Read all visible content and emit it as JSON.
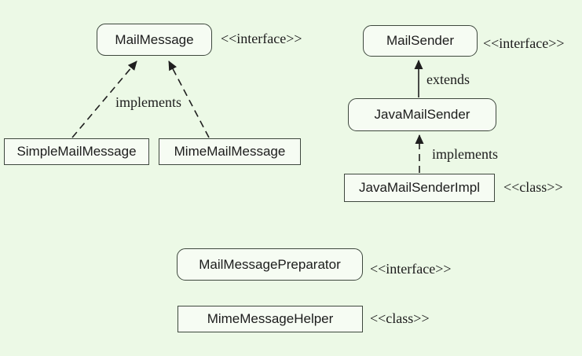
{
  "diagram": {
    "type": "uml-class-diagram",
    "colors": {
      "background": "#ecf9e6",
      "node_fill": "#f6fcf3",
      "node_border": "#3e483e",
      "text": "#1c1c1c",
      "edge": "#1f1f1f"
    },
    "nodes": [
      {
        "id": "mail-message",
        "label": "MailMessage",
        "shape": "rounded",
        "stereotype": "<<interface>>"
      },
      {
        "id": "simple-mail-message",
        "label": "SimpleMailMessage",
        "shape": "rect",
        "stereotype": ""
      },
      {
        "id": "mime-mail-message",
        "label": "MimeMailMessage",
        "shape": "rect",
        "stereotype": ""
      },
      {
        "id": "mail-sender",
        "label": "MailSender",
        "shape": "rounded",
        "stereotype": "<<interface>>"
      },
      {
        "id": "java-mail-sender",
        "label": "JavaMailSender",
        "shape": "rounded",
        "stereotype": ""
      },
      {
        "id": "java-mail-sender-impl",
        "label": "JavaMailSenderImpl",
        "shape": "rect",
        "stereotype": "<<class>>"
      },
      {
        "id": "mail-message-preparator",
        "label": "MailMessagePreparator",
        "shape": "rounded",
        "stereotype": "<<interface>>"
      },
      {
        "id": "mime-message-helper",
        "label": "MimeMessageHelper",
        "shape": "rect",
        "stereotype": "<<class>>"
      }
    ],
    "edges": [
      {
        "from": "SimpleMailMessage",
        "to": "MailMessage",
        "label": "implements",
        "style": "dashed"
      },
      {
        "from": "MimeMailMessage",
        "to": "MailMessage",
        "label": "implements",
        "style": "dashed"
      },
      {
        "from": "JavaMailSender",
        "to": "MailSender",
        "label": "extends",
        "style": "solid"
      },
      {
        "from": "JavaMailSenderImpl",
        "to": "JavaMailSender",
        "label": "implements",
        "style": "dashed"
      }
    ]
  }
}
